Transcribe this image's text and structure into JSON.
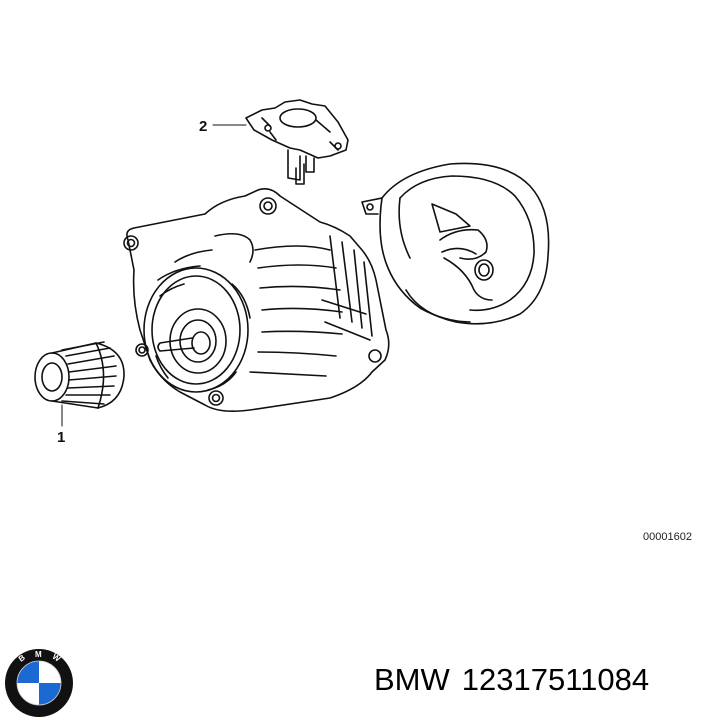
{
  "callouts": [
    {
      "id": "1",
      "part": "pulley"
    },
    {
      "id": "2",
      "part": "voltage-regulator"
    }
  ],
  "drawing_number": "00001602",
  "brand": {
    "name": "BMW",
    "logo_letters": "BMW",
    "colors": {
      "blue": "#1c69d4",
      "black": "#111111",
      "white": "#ffffff"
    }
  },
  "part_number": "12317511084"
}
